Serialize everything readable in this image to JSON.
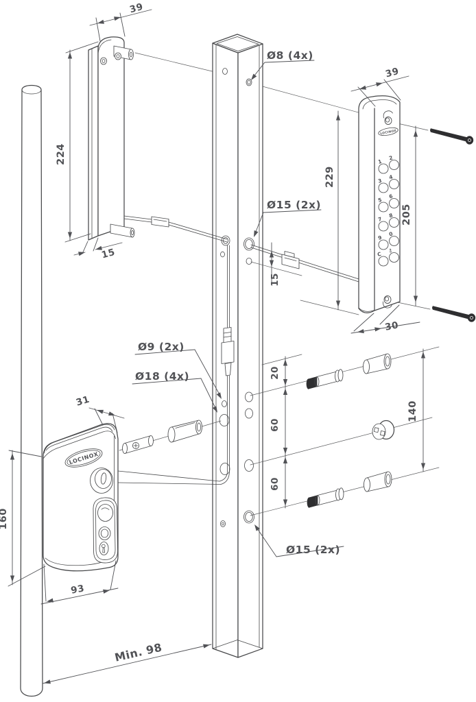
{
  "labels": {
    "bracket_width": "39",
    "bracket_height": "224",
    "bracket_depth": "15",
    "post_hole_offset": "15",
    "keypad_width": "39",
    "keypad_fix_height": "229",
    "keypad_screw_spacing": "205",
    "keypad_depth": "30",
    "gap_top": "20",
    "gap_mid": "60",
    "gap_bottom": "60",
    "fix_span": "140",
    "lock_depth": "31",
    "lock_height": "160",
    "lock_width": "93",
    "min_post_width": "Min. 98",
    "hole_d8": "Ø8 (4x)",
    "hole_d15_top": "Ø15 (2x)",
    "hole_d9": "Ø9 (2x)",
    "hole_d18": "Ø18 (4x)",
    "hole_d15_bottom": "Ø15 (2x)"
  },
  "keypad": {
    "brand": "LOCINOX",
    "keys": [
      "1",
      "2",
      "3",
      "4",
      "5",
      "6",
      "7",
      "8",
      "9",
      "0",
      "C",
      "⚷"
    ]
  },
  "lock": {
    "brand": "LOCINOX"
  },
  "colors": {
    "line": "#47484a",
    "text": "#515256",
    "hardware_dark": "#2e2e30",
    "background": "#ffffff"
  }
}
